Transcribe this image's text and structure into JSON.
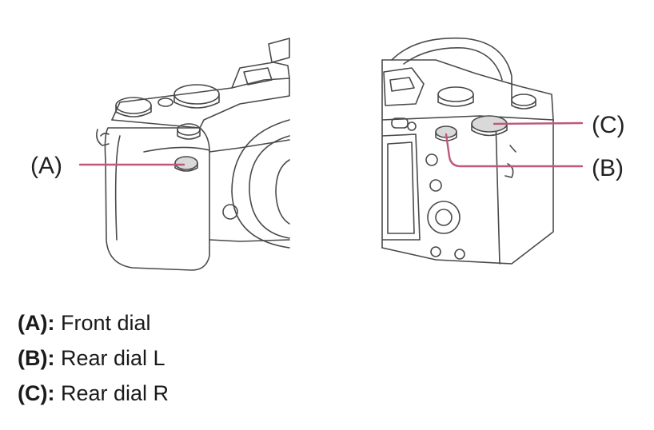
{
  "callouts": {
    "a": "(A)",
    "b": "(B)",
    "c": "(C)"
  },
  "legend": [
    {
      "key": "(A)",
      "sep": ":",
      "text": "Front dial"
    },
    {
      "key": "(B)",
      "sep": ":",
      "text": "Rear dial L"
    },
    {
      "key": "(C)",
      "sep": ":",
      "text": "Rear dial R"
    }
  ],
  "colors": {
    "line_art": "#4a4a4a",
    "leader": "#c0577f",
    "highlight_fill": "#d9d9d9"
  }
}
